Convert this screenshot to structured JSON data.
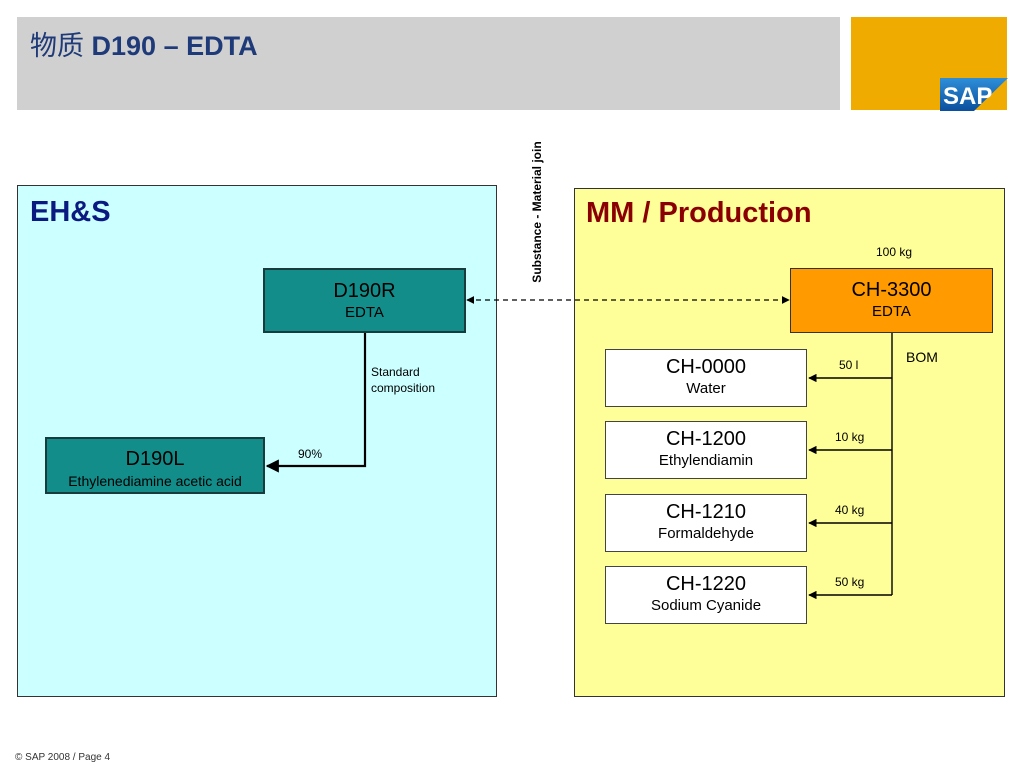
{
  "header": {
    "title_cn": "物质",
    "title_main": "D190 – EDTA",
    "logo_text": "SAP"
  },
  "vertical_label": "Substance - Material join",
  "ehs": {
    "title": "EH&S",
    "d190r": {
      "code": "D190R",
      "name": "EDTA"
    },
    "d190l": {
      "code": "D190L",
      "name": "Ethylenediamine acetic acid"
    },
    "standard_composition": [
      "Standard",
      "composition"
    ],
    "percent": "90%"
  },
  "mm": {
    "title": "MM / Production",
    "quantity_top": "100 kg",
    "ch3300": {
      "code": "CH-3300",
      "name": "EDTA"
    },
    "bom_label": "BOM",
    "components": [
      {
        "code": "CH-0000",
        "name": "Water",
        "qty": "50 l"
      },
      {
        "code": "CH-1200",
        "name": "Ethylendiamin",
        "qty": "10 kg"
      },
      {
        "code": "CH-1210",
        "name": "Formaldehyde",
        "qty": "40 kg"
      },
      {
        "code": "CH-1220",
        "name": "Sodium Cyanide",
        "qty": "50 kg"
      }
    ]
  },
  "footer": "© SAP 2008 / Page 4",
  "colors": {
    "title_blue": "#1f3a78",
    "sap_gold": "#f0ab00",
    "ehs_bg": "#ccffff",
    "mm_bg": "#ffff99",
    "teal": "#138d8a",
    "orange": "#ff9a00",
    "mm_title": "#8a0000"
  }
}
